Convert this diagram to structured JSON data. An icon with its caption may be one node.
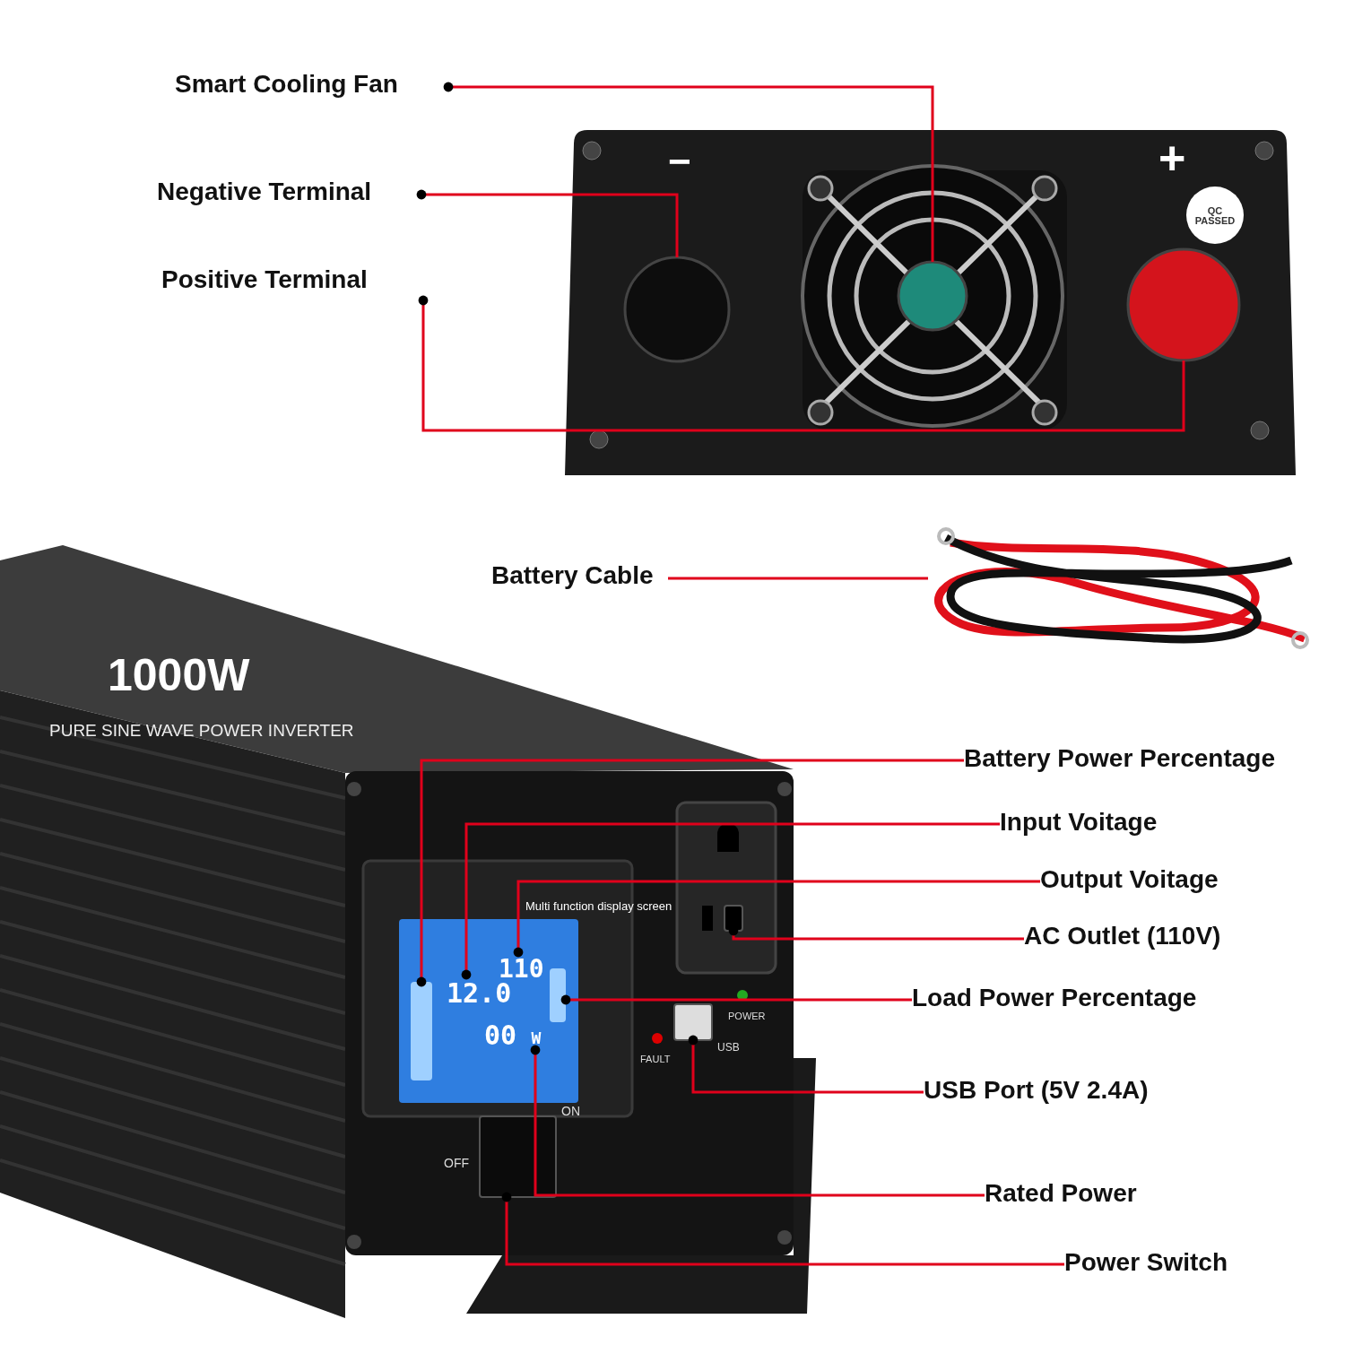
{
  "diagram": {
    "nodes": [
      {
        "text": [
          "Smart Cooling Fan"
        ]
      },
      {
        "text": [
          "Negative Terminal"
        ]
      },
      {
        "text": [
          "Positive Terminal"
        ]
      },
      {
        "text": [
          "Battery Cable"
        ]
      },
      {
        "text": [
          "Battery Power Percentage"
        ]
      },
      {
        "text": [
          "Input Voitage"
        ]
      },
      {
        "text": [
          "Output Voitage"
        ]
      },
      {
        "text": [
          "AC Outlet (110V)"
        ]
      },
      {
        "text": [
          "Load Power Percentage"
        ]
      },
      {
        "text": [
          "USB Port (5V 2.4A)"
        ]
      },
      {
        "text": [
          "Rated Power"
        ]
      },
      {
        "text": [
          "Power Switch"
        ]
      },
      {
        "text": [],
        "shape": "circle"
      },
      {
        "text": [],
        "shape": "circle"
      },
      {
        "text": [],
        "shape": "circle"
      },
      {
        "text": [],
        "shape": "picture"
      },
      {
        "text": [],
        "shape": "bar"
      },
      {
        "text": [
          "12.0"
        ]
      },
      {
        "text": [
          "110"
        ]
      },
      {
        "text": [],
        "shape": "box"
      },
      {
        "text": [],
        "shape": "bar"
      },
      {
        "text": [],
        "shape": "box"
      },
      {
        "text": [
          "W"
        ]
      },
      {
        "text": [],
        "shape": "box",
        "beside": [
          "ON",
          "OFF"
        ]
      }
    ],
    "edges": [
      {
        "from": 13,
        "to": 0,
        "arrow": "other"
      },
      {
        "from": 12,
        "to": 1,
        "arrow": "other"
      },
      {
        "from": 14,
        "to": 2,
        "arrow": "other"
      },
      {
        "from": 3,
        "to": 15,
        "arrow": "none"
      },
      {
        "from": 4,
        "to": 16,
        "arrow": "other"
      },
      {
        "from": 5,
        "to": 17,
        "arrow": "other"
      },
      {
        "from": 6,
        "to": 18,
        "arrow": "other"
      },
      {
        "from": 7,
        "to": 19,
        "arrow": "other"
      },
      {
        "from": 8,
        "to": 20,
        "arrow": "other"
      },
      {
        "from": 9,
        "to": 21,
        "arrow": "other"
      },
      {
        "from": 10,
        "to": 22,
        "arrow": "other"
      },
      {
        "from": 11,
        "to": 23,
        "arrow": "other"
      }
    ],
    "labels": [
      "−",
      "+",
      "QC PASSED",
      "1000W",
      "PURE SINE WAVE POWER INVERTER",
      "Multi function display screen",
      "00",
      "POWER",
      "FAULT",
      "USB"
    ]
  }
}
